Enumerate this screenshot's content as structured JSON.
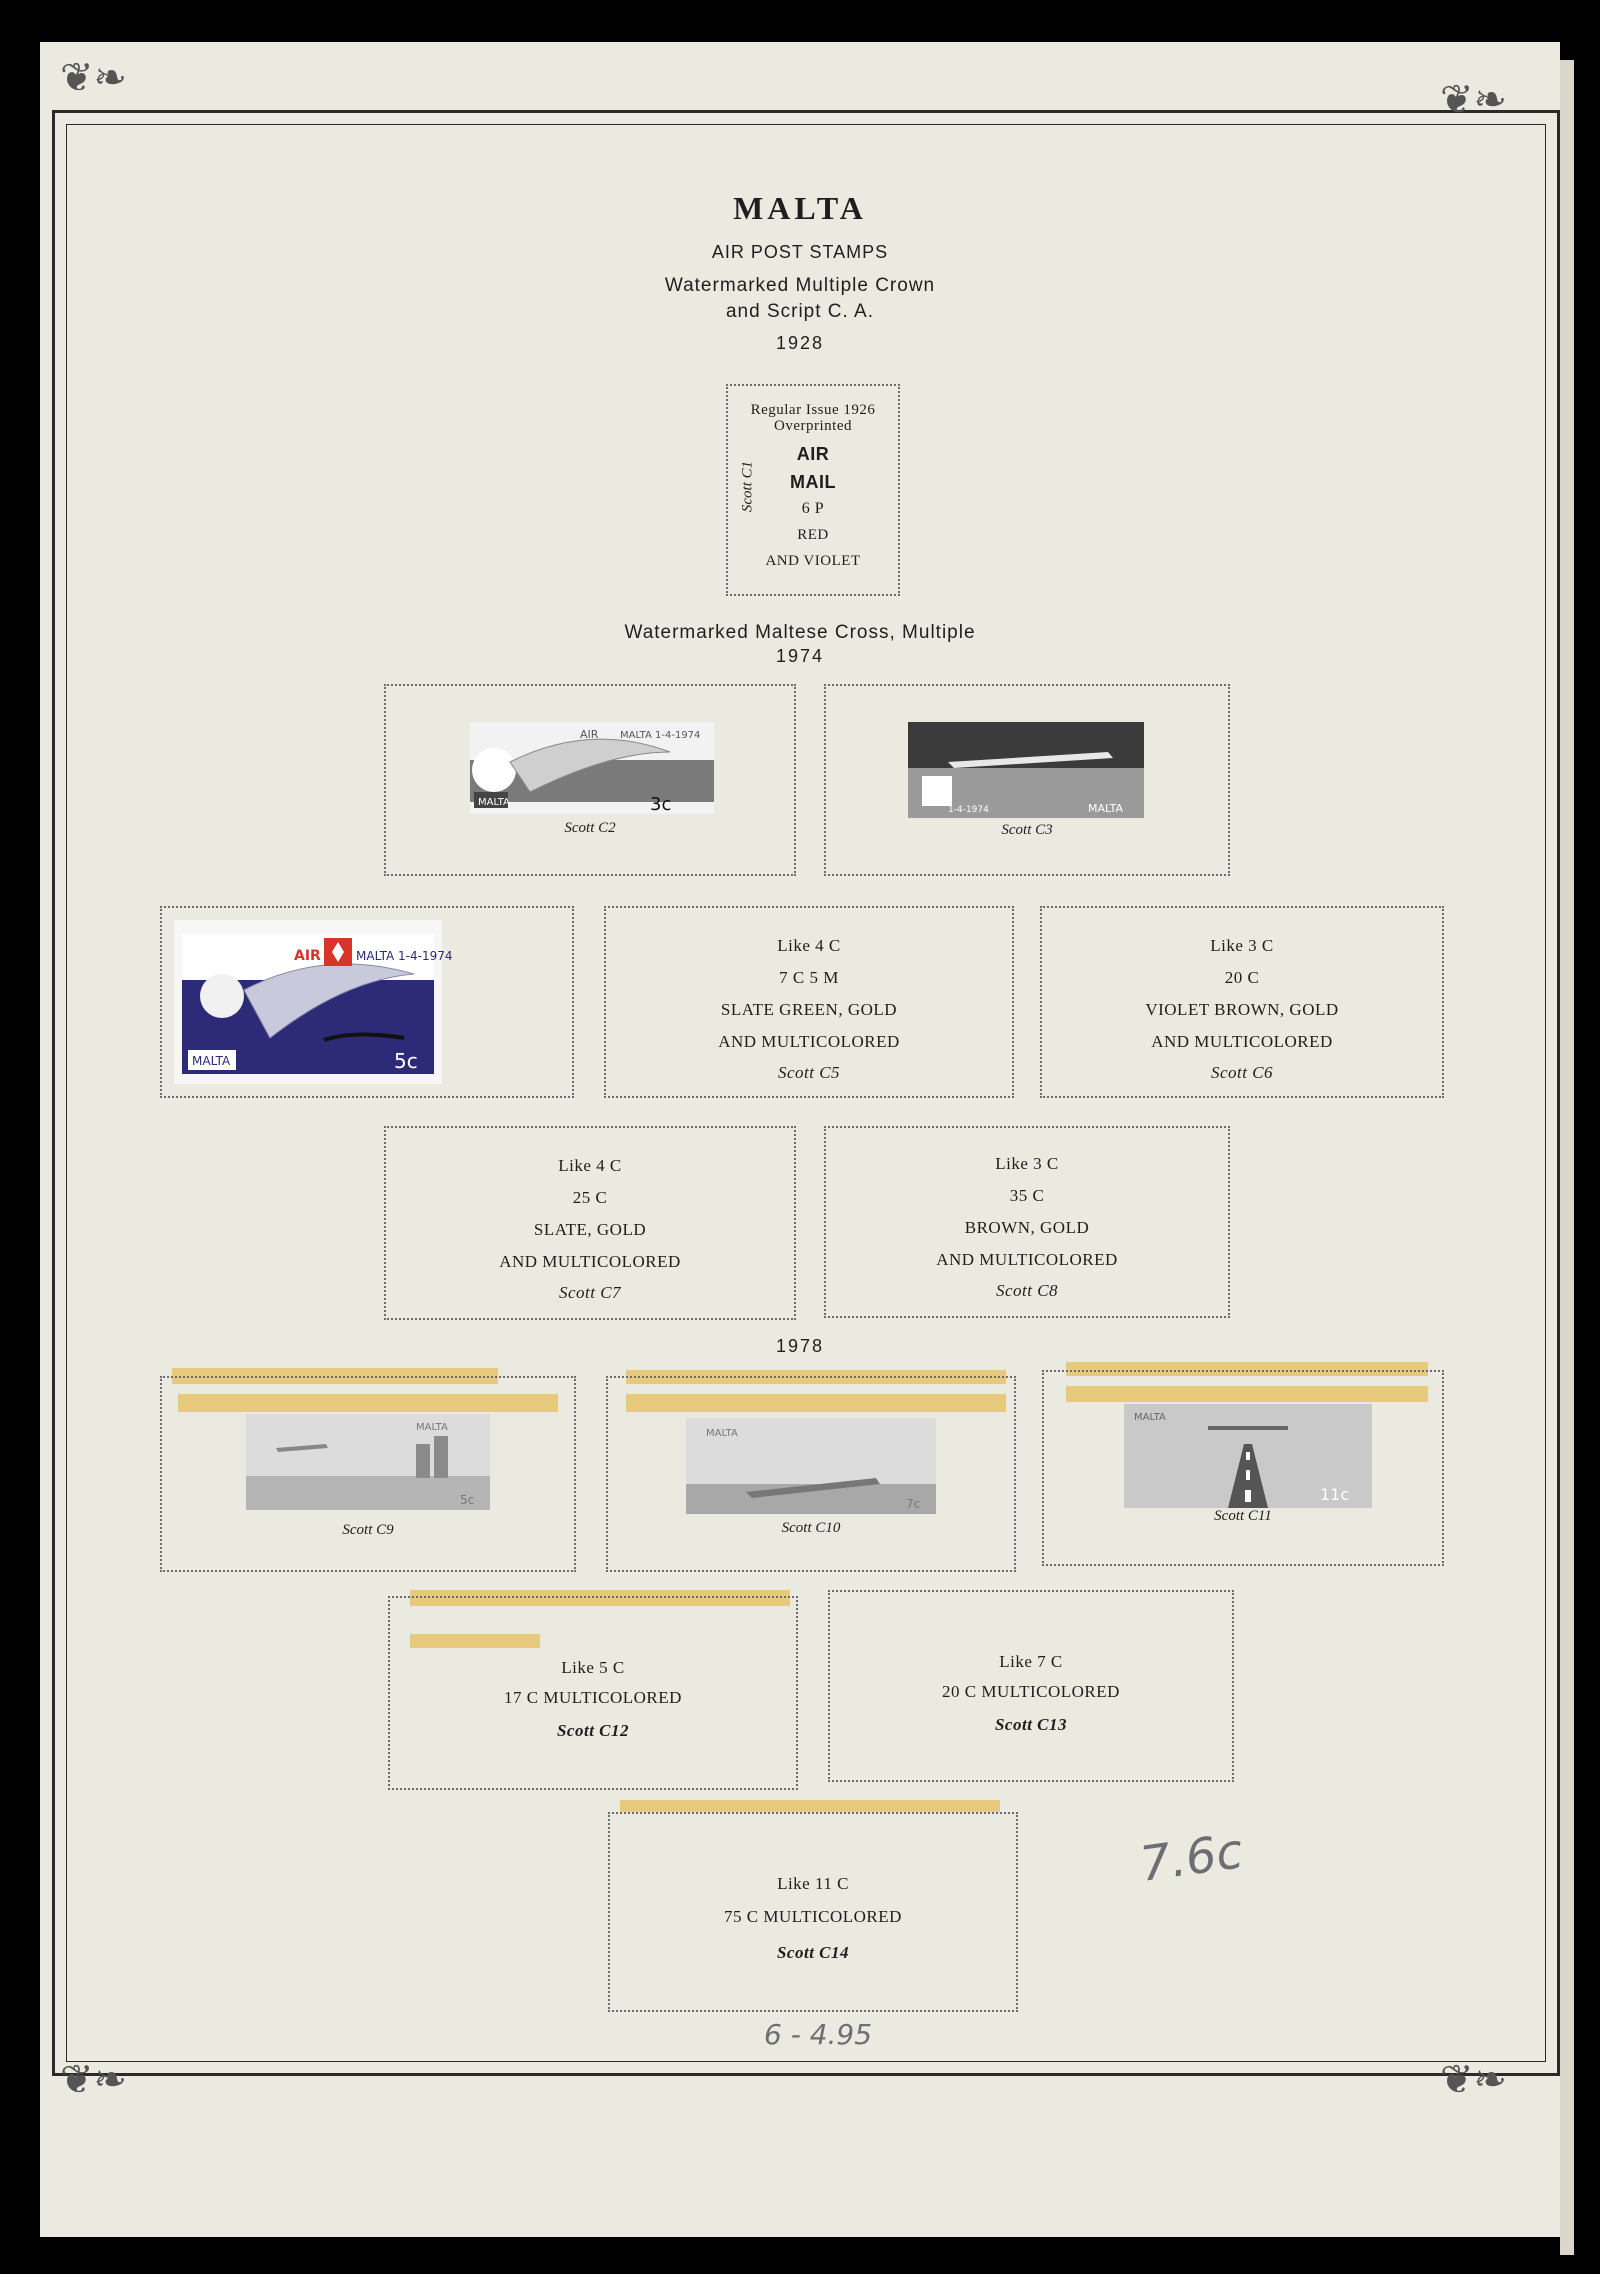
{
  "page": {
    "title": "MALTA",
    "subtitle": "AIR POST STAMPS",
    "watermark_1_line1": "Watermarked Multiple Crown",
    "watermark_1_line2": "and Script C. A.",
    "year_1928": "1928",
    "watermark_2": "Watermarked Maltese Cross, Multiple",
    "year_1974": "1974",
    "year_1978": "1978"
  },
  "c1": {
    "line1": "Regular Issue 1926",
    "line2": "Overprinted",
    "air": "AIR",
    "mail": "MAIL",
    "value": "6 P",
    "color1": "RED",
    "color2": "AND VIOLET",
    "side": "Scott C1"
  },
  "c2": {
    "caption": "Scott C2",
    "stamp_air": "AIR",
    "stamp_malta": "MALTA 1-4-1974",
    "stamp_value": "3c",
    "stamp_country": "MALTA"
  },
  "c3": {
    "caption": "Scott C3",
    "stamp_date": "1-4-1974",
    "stamp_country": "MALTA"
  },
  "c4": {
    "stamp_air": "AIR",
    "stamp_malta": "MALTA 1-4-1974",
    "stamp_value": "5c",
    "stamp_country": "MALTA"
  },
  "c5": {
    "line1": "Like 4 C",
    "line2": "7 C 5 M",
    "line3": "SLATE GREEN, GOLD",
    "line4": "AND MULTICOLORED",
    "caption": "Scott C5"
  },
  "c6": {
    "line1": "Like 3 C",
    "line2": "20 C",
    "line3": "VIOLET BROWN, GOLD",
    "line4": "AND MULTICOLORED",
    "caption": "Scott C6"
  },
  "c7": {
    "line1": "Like 4 C",
    "line2": "25 C",
    "line3": "SLATE, GOLD",
    "line4": "AND MULTICOLORED",
    "caption": "Scott C7"
  },
  "c8": {
    "line1": "Like 3 C",
    "line2": "35 C",
    "line3": "BROWN, GOLD",
    "line4": "AND MULTICOLORED",
    "caption": "Scott C8"
  },
  "c9": {
    "caption": "Scott C9",
    "stamp_country": "MALTA",
    "stamp_value": "5c"
  },
  "c10": {
    "caption": "Scott C10",
    "stamp_country": "MALTA",
    "stamp_value": "7c"
  },
  "c11": {
    "caption": "Scott C11",
    "stamp_country": "MALTA",
    "stamp_value": "11c"
  },
  "c12": {
    "line1": "Like  5 C",
    "line2": "17 C  MULTICOLORED",
    "caption": "Scott C12"
  },
  "c13": {
    "line1": "Like  7 C",
    "line2": "20 C  MULTICOLORED",
    "caption": "Scott C13"
  },
  "c14": {
    "line1": "Like  11 C",
    "line2": "75 C  MULTICOLORED",
    "caption": "Scott C14"
  },
  "handwriting": {
    "price": "7.6c",
    "note": "6 - 4.95"
  },
  "colors": {
    "paper": "#ebeae0",
    "tape": "#e7c46b",
    "stamp_blue": "#2d2a78",
    "stamp_red": "#d8342a"
  }
}
